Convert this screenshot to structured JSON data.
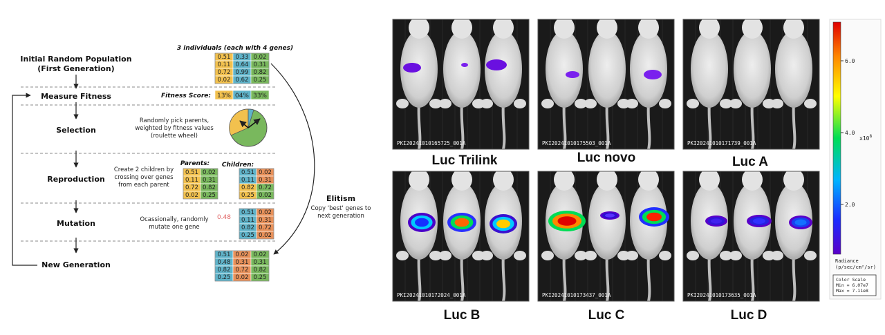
{
  "ga": {
    "steps": {
      "initial": [
        "Initial Random Population",
        "(First Generation)"
      ],
      "fitness": "Measure Fitness",
      "selection": "Selection",
      "reproduction": "Reproduction",
      "mutation": "Mutation",
      "new_gen": "New Generation"
    },
    "individuals_caption": "3 individuals (each with 4 genes)",
    "population": [
      [
        "0.51",
        "0.33",
        "0.02"
      ],
      [
        "0.11",
        "0.64",
        "0.31"
      ],
      [
        "0.72",
        "0.99",
        "0.82"
      ],
      [
        "0.02",
        "0.62",
        "0.25"
      ]
    ],
    "fitness_label": "Fitness Score:",
    "fitness_scores": [
      "13%",
      "04%",
      "33%"
    ],
    "selection_text": [
      "Randomly pick parents,",
      "weighted by fitness values",
      "(roulette wheel)"
    ],
    "reproduction_text": [
      "Create 2 children by",
      "crossing over genes",
      "from each parent"
    ],
    "parents_label": "Parents:",
    "children_label": "Children:",
    "parents": [
      [
        "0.51",
        "0.02"
      ],
      [
        "0.11",
        "0.31"
      ],
      [
        "0.72",
        "0.82"
      ],
      [
        "0.02",
        "0.25"
      ]
    ],
    "children": [
      [
        "0.51",
        "0.02"
      ],
      [
        "0.11",
        "0.31"
      ],
      [
        "0.82",
        "0.72"
      ],
      [
        "0.25",
        "0.02"
      ]
    ],
    "mutation_text": [
      "Ocassionally, randomly",
      "mutate one gene"
    ],
    "mutation_value": "0.48",
    "mutated": [
      [
        "0.51",
        "0.02"
      ],
      [
        "0.11",
        "0.31"
      ],
      [
        "0.82",
        "0.72"
      ],
      [
        "0.25",
        "0.02"
      ]
    ],
    "elitism_title": "Elitism",
    "elitism_text": [
      "Copy 'best' genes to",
      "next generation"
    ],
    "new_population": [
      [
        "0.51",
        "0.02",
        "0.02"
      ],
      [
        "0.48",
        "0.31",
        "0.31"
      ],
      [
        "0.82",
        "0.72",
        "0.82"
      ],
      [
        "0.25",
        "0.02",
        "0.25"
      ]
    ],
    "colors": {
      "yellow": "#f2c14e",
      "blue": "#5fb3c9",
      "green": "#79b85d",
      "orange": "#e8915a",
      "mutation_red": "#e06666"
    }
  },
  "imaging": {
    "panels": [
      {
        "label": "Luc Trilink",
        "file_id": "PKI20241010165725_001A",
        "signal": "low"
      },
      {
        "label": "Luc novo",
        "file_id": "PKI20241010175503_001A",
        "signal": "low"
      },
      {
        "label": "Luc A",
        "file_id": "PKI20241010171739_001A",
        "signal": "none"
      },
      {
        "label": "Luc B",
        "file_id": "PKI20241010172024_001A",
        "signal": "high"
      },
      {
        "label": "Luc C",
        "file_id": "PKI20241010173437_001A",
        "signal": "very-high"
      },
      {
        "label": "Luc D",
        "file_id": "PKI20241010173635_001A",
        "signal": "medium"
      }
    ],
    "colorbar": {
      "ticks": [
        "6.0",
        "4.0",
        "2.0"
      ],
      "exponent_label": "x10",
      "exponent": "8",
      "title": [
        "Radiance",
        "(p/sec/cm²/sr)"
      ],
      "scale_box": [
        "Color Scale",
        "Min = 6.07e7",
        "Max = 7.11e8"
      ]
    }
  }
}
